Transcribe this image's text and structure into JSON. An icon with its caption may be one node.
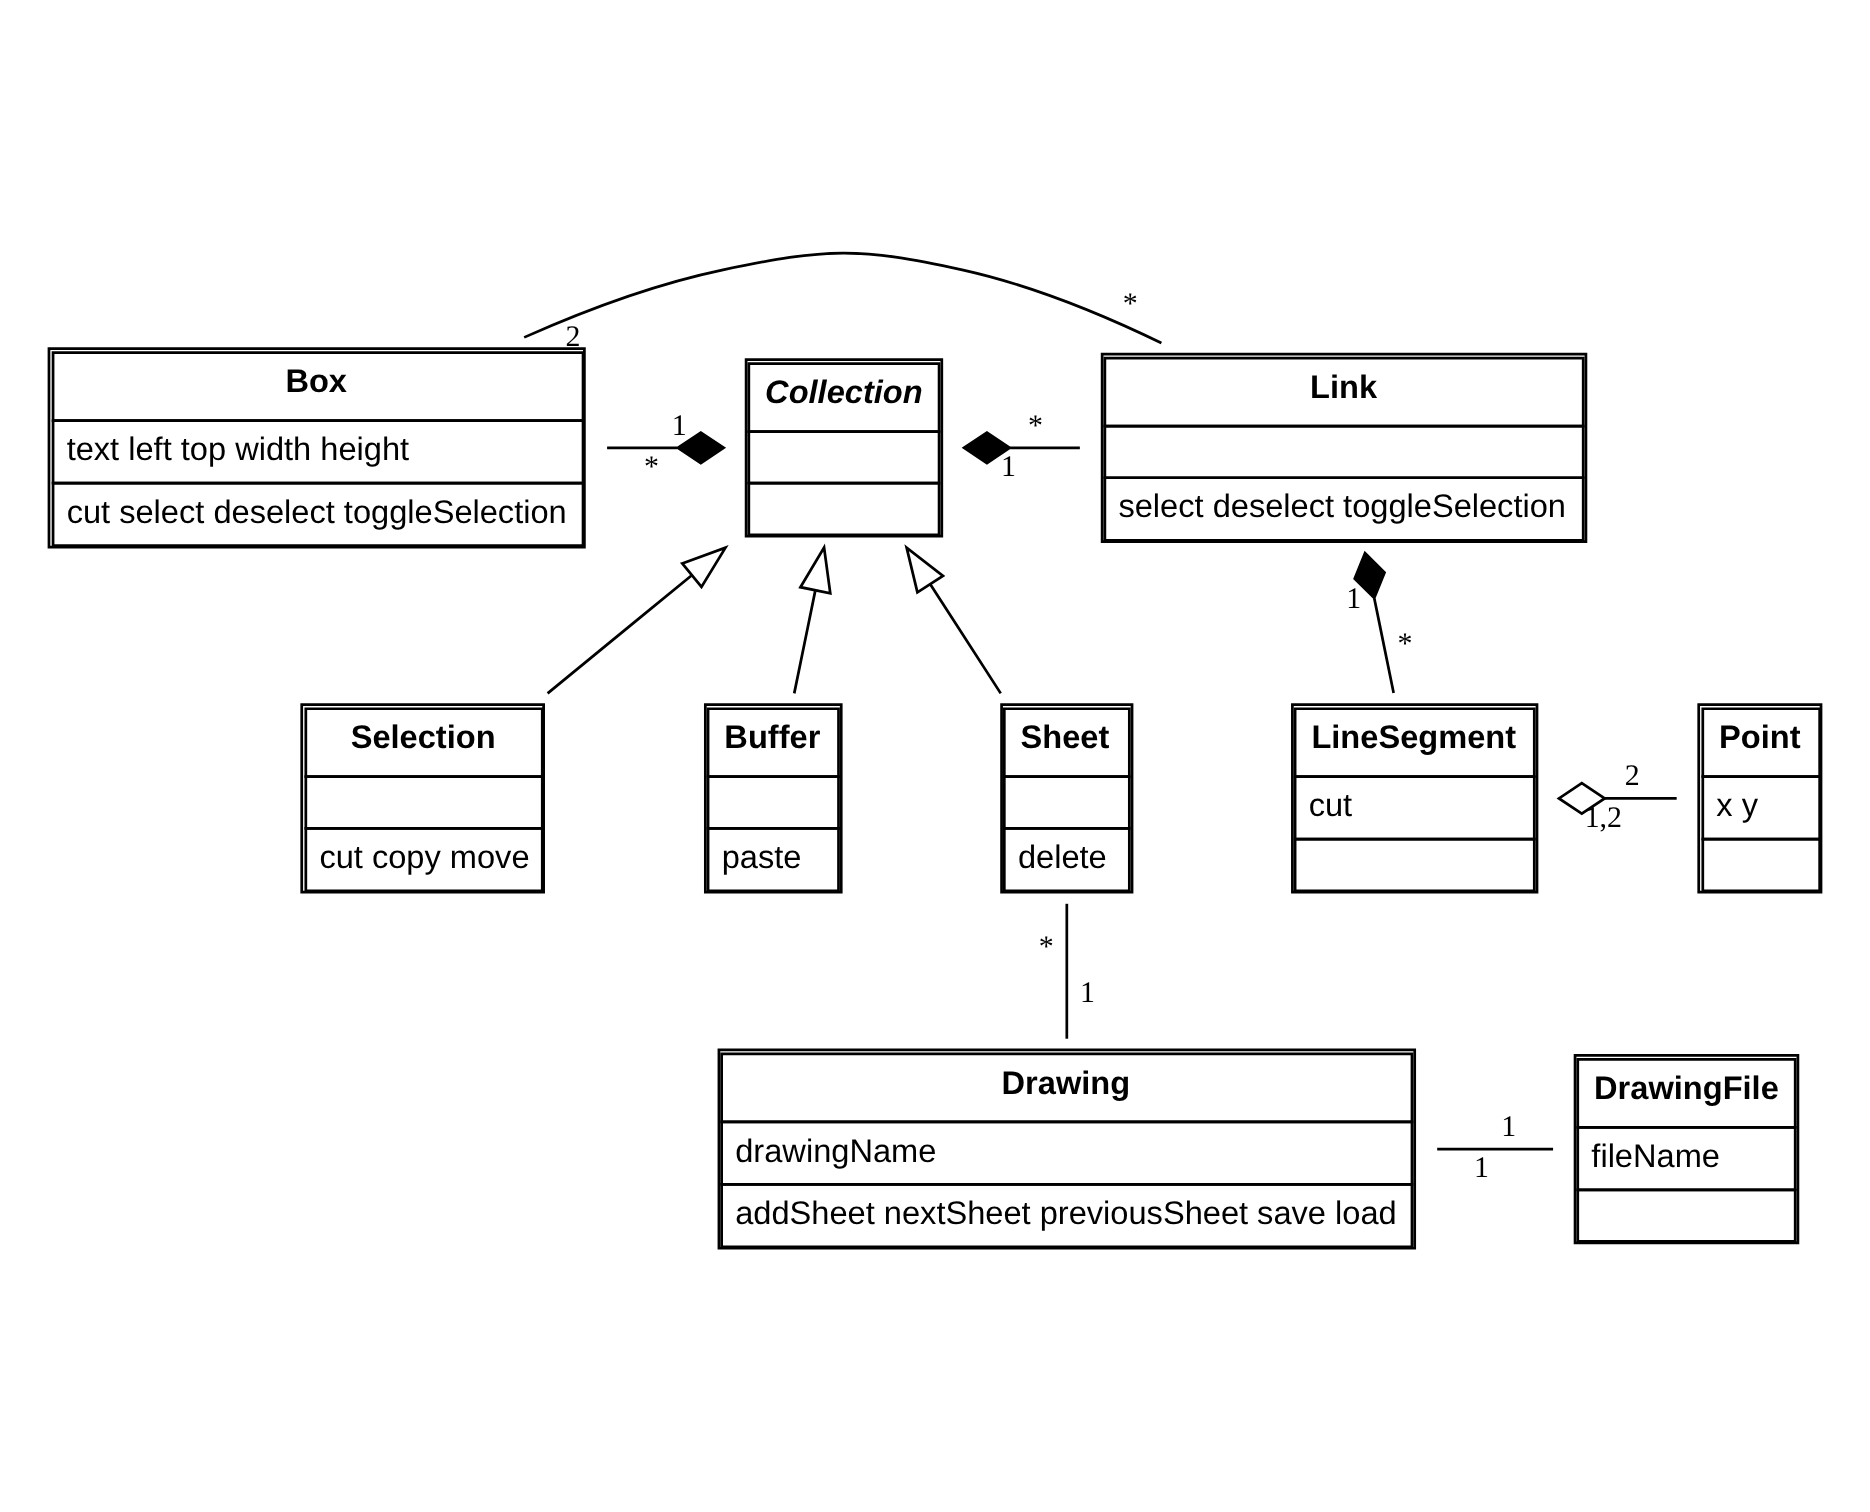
{
  "diagram": {
    "nodes": [
      {
        "text": [
          "Box",
          "text left top width height",
          "cut select deselect toggleSelection"
        ]
      },
      {
        "text": [
          "Collection"
        ]
      },
      {
        "text": [
          "Link",
          "select deselect toggleSelection"
        ]
      },
      {
        "text": [
          "LineSegment",
          "cut"
        ]
      },
      {
        "text": [
          "Point",
          "x y"
        ]
      },
      {
        "text": [
          "Selection",
          "cut copy move"
        ]
      },
      {
        "text": [
          "Buffer",
          "paste"
        ]
      },
      {
        "text": [
          "Sheet",
          "delete"
        ]
      },
      {
        "text": [
          "Drawing",
          "drawingName",
          "addSheet nextSheet previousSheet save load"
        ]
      },
      {
        "text": [
          "DrawingFile",
          "fileName"
        ]
      }
    ],
    "edges": [
      {
        "from": 0,
        "to": 2,
        "arrow": "none"
      },
      {
        "from": 1,
        "to": 0,
        "arrow": "other"
      },
      {
        "from": 1,
        "to": 2,
        "arrow": "other"
      },
      {
        "from": 2,
        "to": 3,
        "arrow": "other"
      },
      {
        "from": 3,
        "to": 4,
        "arrow": "other"
      },
      {
        "from": 5,
        "to": 1,
        "arrow": "to"
      },
      {
        "from": 6,
        "to": 1,
        "arrow": "to"
      },
      {
        "from": 7,
        "to": 1,
        "arrow": "to"
      },
      {
        "from": 7,
        "to": 8,
        "arrow": "none"
      },
      {
        "from": 8,
        "to": 9,
        "arrow": "none"
      }
    ],
    "labels": [
      "2",
      "*",
      "*",
      "1",
      "1",
      "*",
      "1",
      "*",
      "1,2",
      "2",
      "*",
      "1",
      "1",
      "1"
    ]
  }
}
